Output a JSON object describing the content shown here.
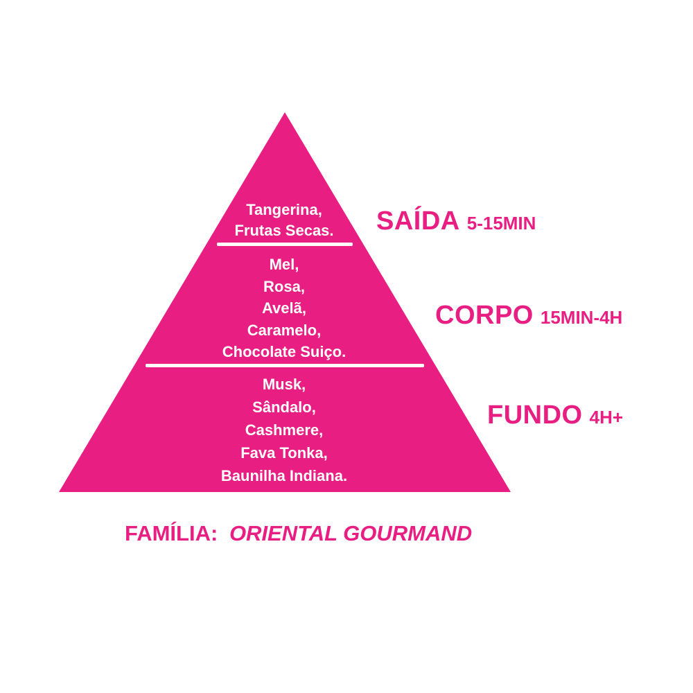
{
  "colors": {
    "pink": "#e91e82",
    "note_text": "#ffffff",
    "background": "#ffffff"
  },
  "pyramid": {
    "tiers": [
      {
        "label": "SAÍDA",
        "time": "5-15MIN",
        "notes": [
          "Tangerina,",
          "Frutas Secas."
        ]
      },
      {
        "label": "CORPO",
        "time": "15MIN-4H",
        "notes": [
          "Mel,",
          "Rosa,",
          "Avelã,",
          "Caramelo,",
          "Chocolate Suiço."
        ]
      },
      {
        "label": "FUNDO",
        "time": "4H+",
        "notes": [
          "Musk,",
          "Sândalo,",
          "Cashmere,",
          "Fava Tonka,",
          "Baunilha Indiana."
        ]
      }
    ]
  },
  "family": {
    "label": "FAMÍLIA:",
    "value": "ORIENTAL GOURMAND"
  }
}
